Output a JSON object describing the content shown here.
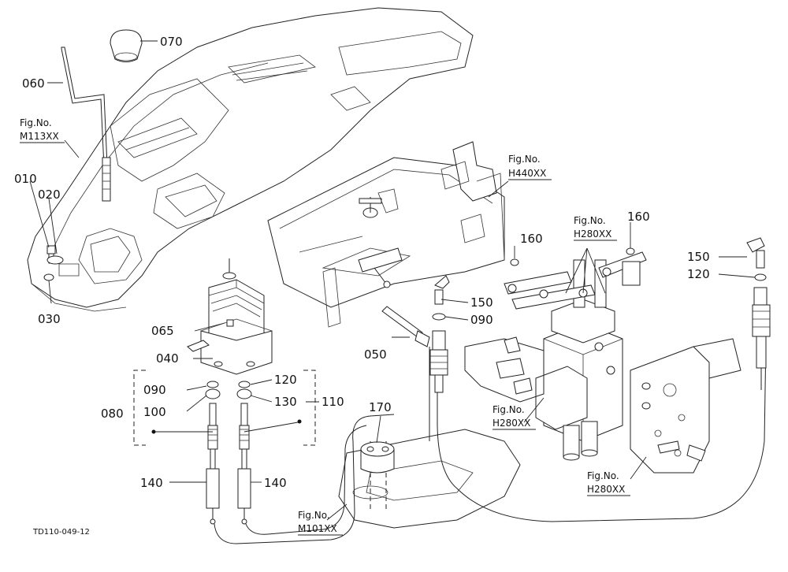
{
  "parts": {
    "p010": "010",
    "p020": "020",
    "p030": "030",
    "p040": "040",
    "p050": "050",
    "p060": "060",
    "p065": "065",
    "p070": "070",
    "p080": "080",
    "p090a": "090",
    "p090b": "090",
    "p100": "100",
    "p110": "110",
    "p120a": "120",
    "p120b": "120",
    "p130": "130",
    "p140a": "140",
    "p140b": "140",
    "p150a": "150",
    "p150b": "150",
    "p160a": "160",
    "p160b": "160",
    "p170": "170"
  },
  "figrefs": {
    "m113": {
      "label": "Fig.No.",
      "code": "M113XX"
    },
    "h440": {
      "label": "Fig.No.",
      "code": "H440XX"
    },
    "h280a": {
      "label": "Fig.No.",
      "code": "H280XX"
    },
    "h280b": {
      "label": "Fig.No.",
      "code": "H280XX"
    },
    "h280c": {
      "label": "Fig.No.",
      "code": "H280XX"
    },
    "m101": {
      "label": "Fig.No.",
      "code": "M101XX"
    }
  },
  "drawing_code": "TD110-049-12"
}
